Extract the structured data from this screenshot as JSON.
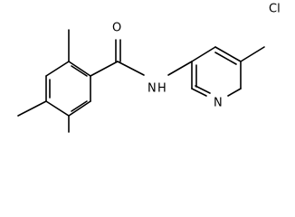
{
  "molecule": {
    "atoms": {
      "oxygen": "O",
      "amide_nitrogen": "N",
      "amide_hydrogen": "H",
      "pyridine_nitrogen": "N",
      "chlorine": "Cl"
    }
  }
}
